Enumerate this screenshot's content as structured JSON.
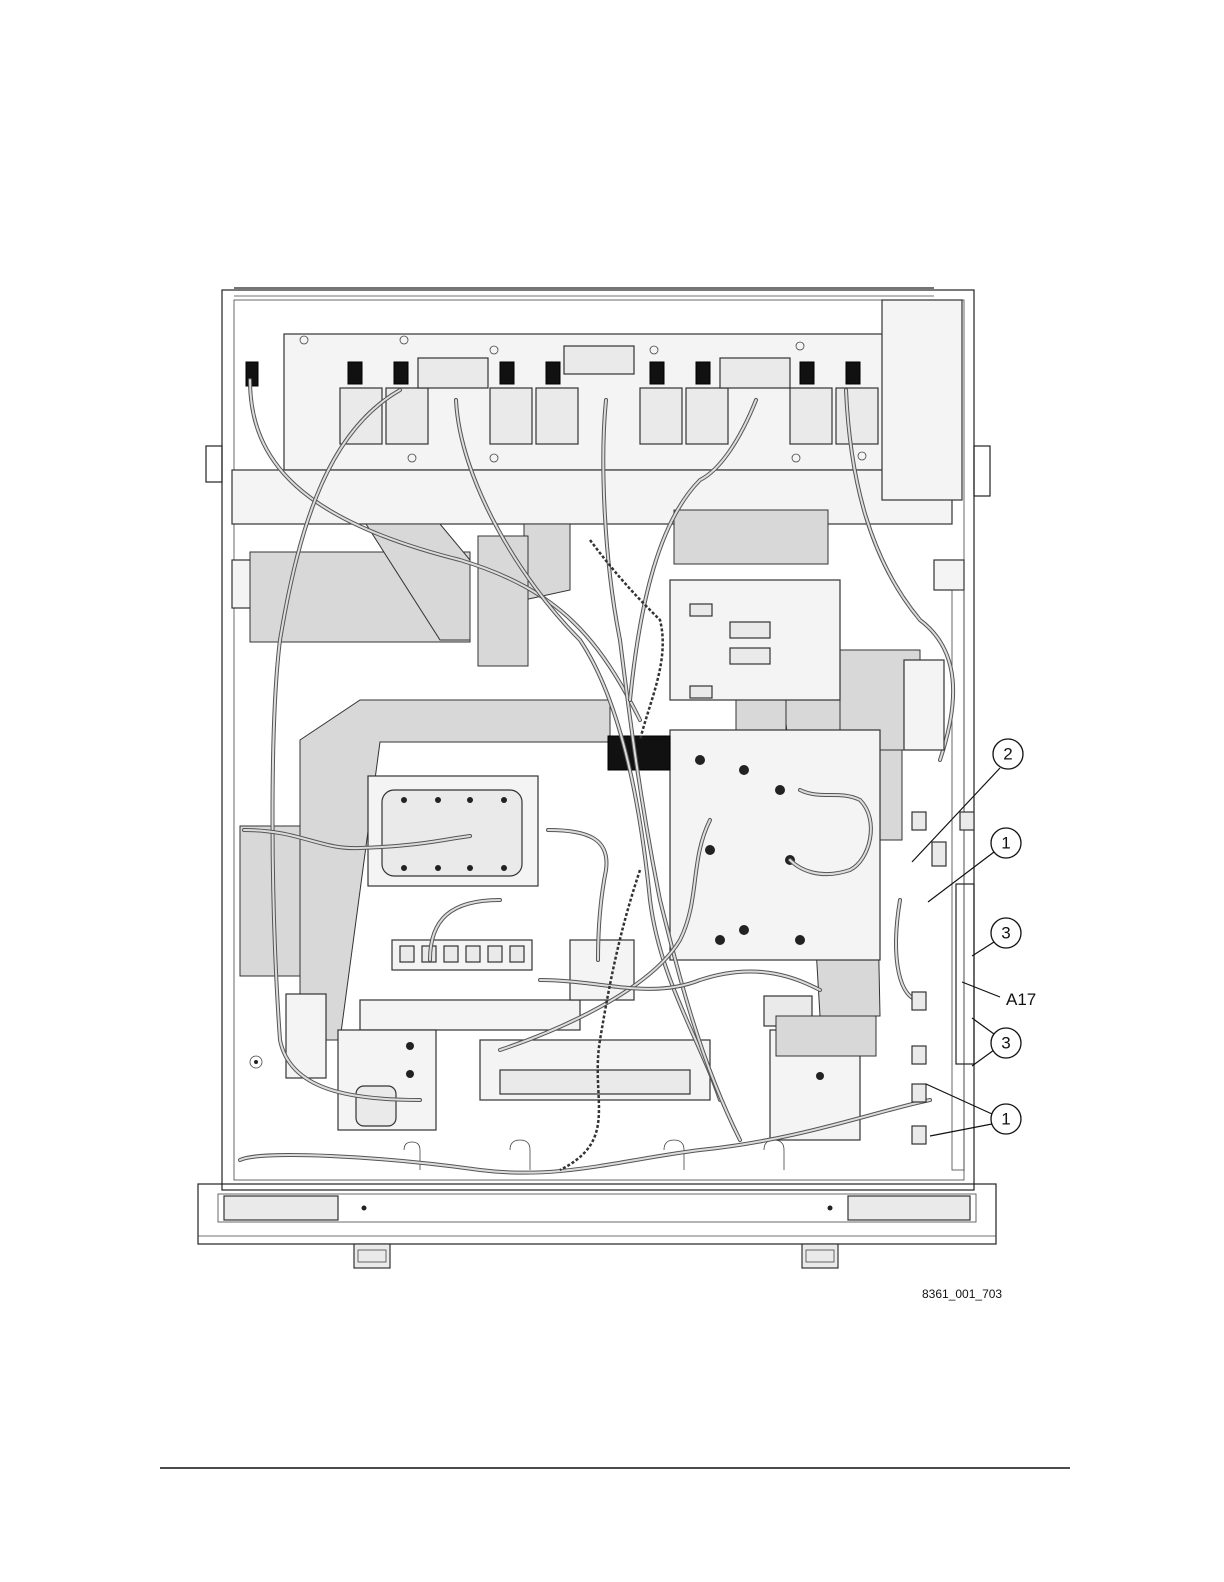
{
  "callouts": {
    "c1a": "1",
    "c1b": "1",
    "c2": "2",
    "c3a": "3",
    "c3b": "3"
  },
  "labels": {
    "a17": "A17"
  },
  "figure_id": "8361_001_703"
}
